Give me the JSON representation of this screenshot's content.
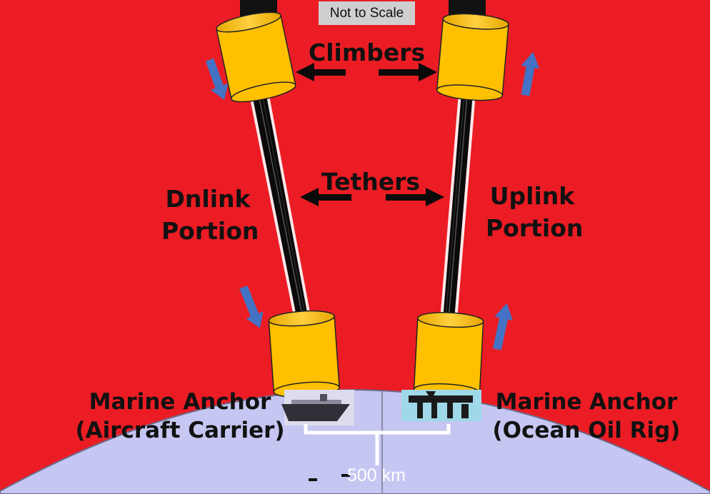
{
  "note": "Not to Scale",
  "labels": {
    "climbers": "Climbers",
    "tethers": "Tethers",
    "dnlink_line1": "Dnlink",
    "dnlink_line2": "Portion",
    "uplink_line1": "Uplink",
    "uplink_line2": "Portion",
    "anchor_left_line1": "Marine Anchor",
    "anchor_left_line2": "(Aircraft Carrier)",
    "anchor_right_line1": "Marine Anchor",
    "anchor_right_line2": "(Ocean Oil Rig)",
    "distance": "500 km"
  },
  "colors": {
    "sky": "#ec1c24",
    "earth": "#c5c6f2",
    "climber": "#ffc000",
    "tether": "#0a0a0a",
    "motion_arrow": "#4472c4",
    "pointer_arrow": "#0a0a0a"
  },
  "icons": {
    "left_anchor": "aircraft-carrier-icon",
    "right_anchor": "oil-rig-icon"
  }
}
